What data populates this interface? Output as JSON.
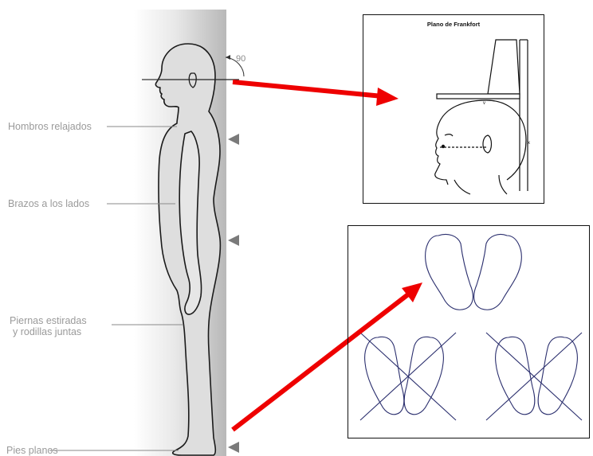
{
  "posture_labels": {
    "shoulders": "Hombros relajados",
    "arms": "Brazos a los lados",
    "legs_line1": "Piernas estiradas",
    "legs_line2": "y rodillas juntas",
    "feet": "Pies planos"
  },
  "angle_label": "90",
  "frankfort_panel": {
    "title": "Plano de Frankfort",
    "marker_v": "v",
    "marker_x": "x"
  },
  "colors": {
    "arrow": "#ee0000",
    "label_gray": "#9a9a9a",
    "figure_fill": "#dcdcdc",
    "wall_gray": "#bfbfbf",
    "marker_gray": "#7a7a7a",
    "foot_ink": "#2b2f6e"
  }
}
